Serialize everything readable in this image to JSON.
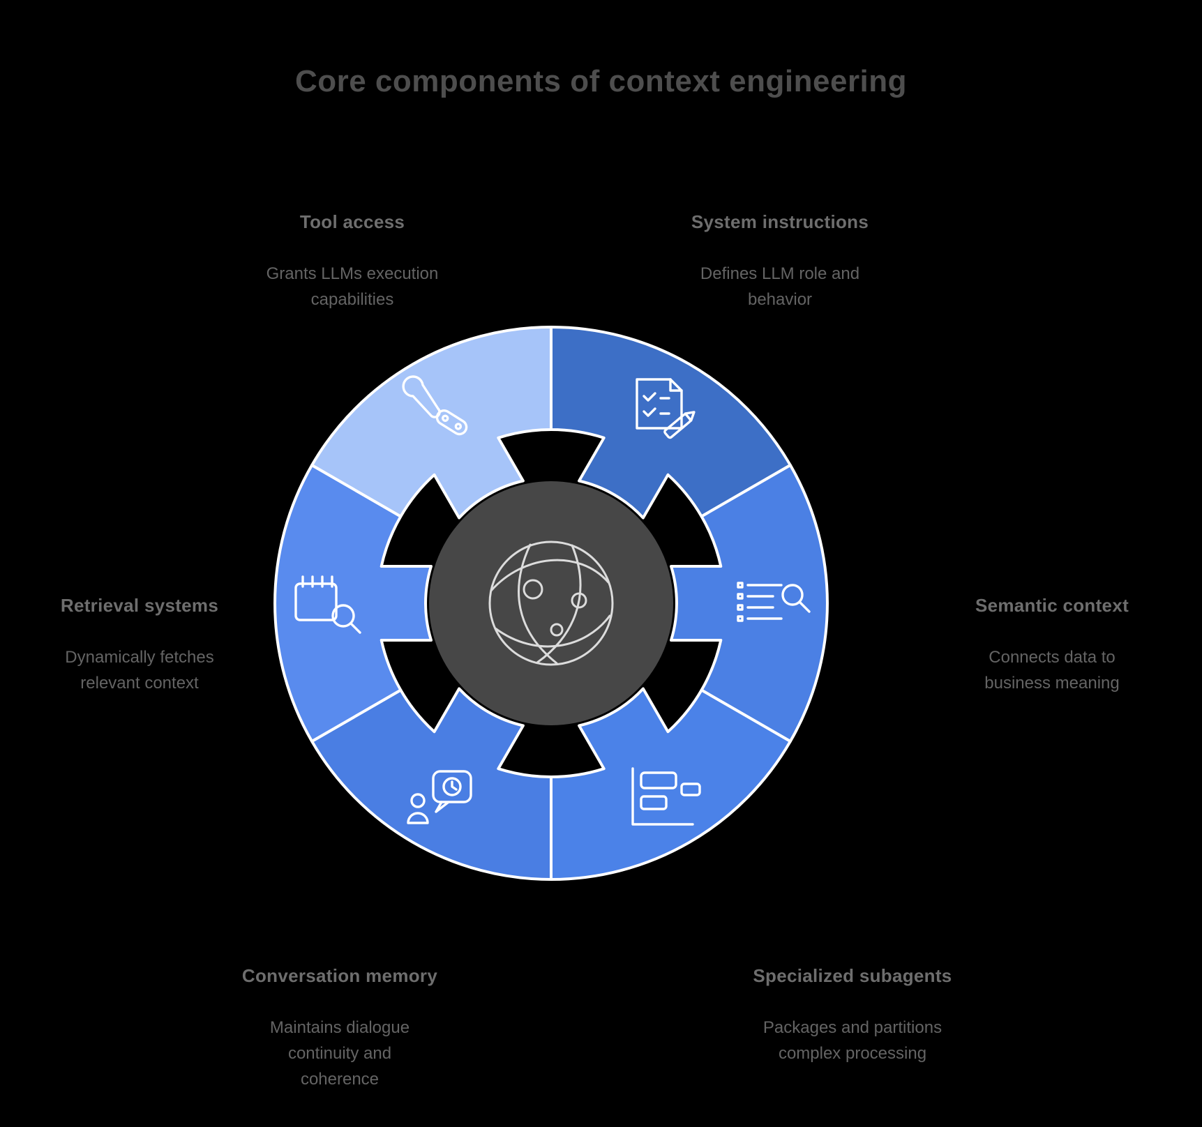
{
  "title": "Core components of context engineering",
  "center": {
    "icon": "globe-network",
    "circle_color": "#474747"
  },
  "background_color": "#000000",
  "segments": [
    {
      "id": "system-instructions",
      "heading": "System instructions",
      "body": "Defines LLM role and behavior",
      "color": "#3D6FC6",
      "icon": "checklist-pencil"
    },
    {
      "id": "semantic-context",
      "heading": "Semantic context",
      "body": "Connects data to business meaning",
      "color": "#4B80E4",
      "icon": "list-search"
    },
    {
      "id": "specialized-subagents",
      "heading": "Specialized subagents",
      "body": "Packages and partitions complex processing",
      "color": "#4B82E8",
      "icon": "task-boxes"
    },
    {
      "id": "conversation-memory",
      "heading": "Conversation memory",
      "body": "Maintains dialogue continuity and coherence",
      "color": "#4A7EE3",
      "icon": "person-chat-clock"
    },
    {
      "id": "retrieval-systems",
      "heading": "Retrieval systems",
      "body": "Dynamically fetches relevant context",
      "color": "#598BEE",
      "icon": "calendar-search"
    },
    {
      "id": "tool-access",
      "heading": "Tool access",
      "body": "Grants LLMs execution capabilities",
      "color": "#A6C4F9",
      "icon": "tools"
    }
  ]
}
